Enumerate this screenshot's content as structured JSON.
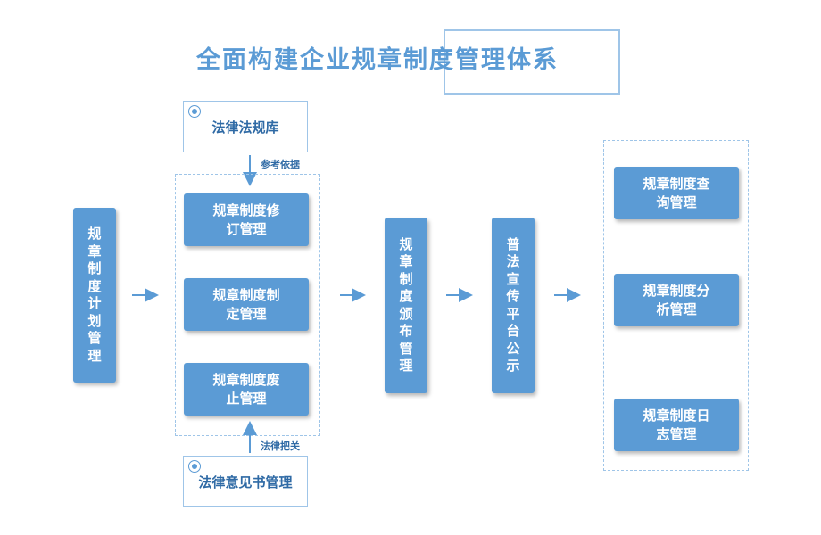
{
  "title": "全面构建企业规章制度管理体系",
  "nodes": {
    "plan": "规章制度计划管理",
    "revise": "规章制度修订管理",
    "formulate": "规章制度制定管理",
    "abolish": "规章制度废止管理",
    "publish": "规章制度颁布管理",
    "promote": "普法宣传平台公示",
    "query": "规章制度查询管理",
    "analysis": "规章制度分析管理",
    "log": "规章制度日志管理"
  },
  "references": {
    "law_db": "法律法规库",
    "legal_opinion": "法律意见书管理"
  },
  "edge_labels": {
    "reference_basis": "参考依据",
    "legal_check": "法律把关"
  },
  "colors": {
    "box_fill": "#5b9bd5",
    "dashed_border": "#9fc5e8",
    "title": "#5b9bd5"
  }
}
